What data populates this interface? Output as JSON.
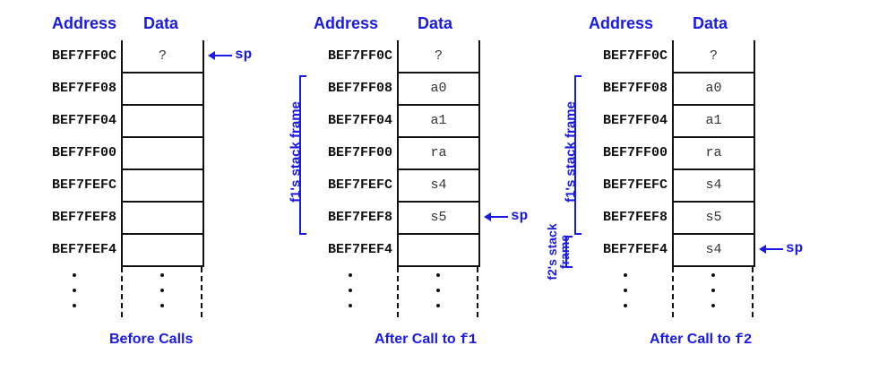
{
  "headers": {
    "address": "Address",
    "data": "Data"
  },
  "sp_label": "sp",
  "addresses": [
    "BEF7FF0C",
    "BEF7FF08",
    "BEF7FF04",
    "BEF7FF00",
    "BEF7FEFC",
    "BEF7FEF8",
    "BEF7FEF4"
  ],
  "panels": [
    {
      "caption": "Before Calls",
      "caption_code": "",
      "values": [
        "?",
        "",
        "",
        "",
        "",
        "",
        ""
      ],
      "sp_row": 0
    },
    {
      "caption": "After Call to ",
      "caption_code": "f1",
      "values": [
        "?",
        "a0",
        "a1",
        "ra",
        "s4",
        "s5",
        ""
      ],
      "sp_row": 5,
      "frames": [
        {
          "label": "f1's stack frame",
          "rows": [
            1,
            5
          ]
        }
      ]
    },
    {
      "caption": "After Call to ",
      "caption_code": "f2",
      "values": [
        "?",
        "a0",
        "a1",
        "ra",
        "s4",
        "s5",
        "s4"
      ],
      "sp_row": 6,
      "frames": [
        {
          "label": "f1's stack frame",
          "rows": [
            1,
            5
          ]
        },
        {
          "label_line1": "f2's stack",
          "label_line2": "frame",
          "rows": [
            6,
            6
          ]
        }
      ]
    }
  ],
  "colors": {
    "accent": "#1a1ae6",
    "ink": "#111111"
  }
}
